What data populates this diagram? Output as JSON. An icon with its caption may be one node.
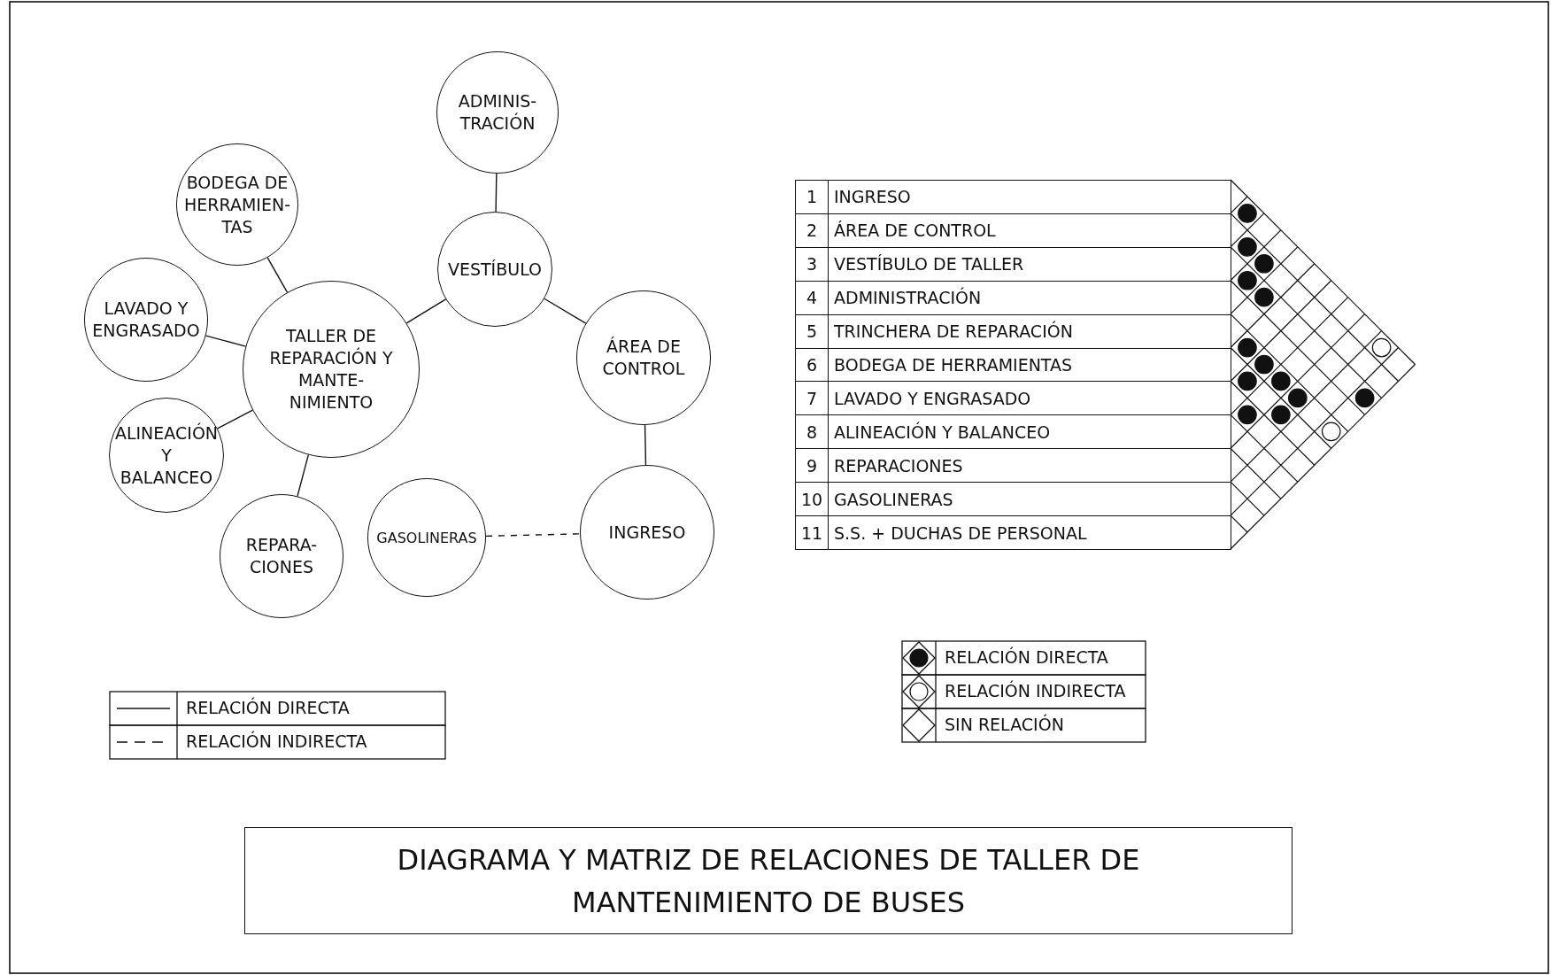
{
  "diagram": {
    "title": "DIAGRAMA Y MATRIZ DE RELACIONES DE TALLER DE MANTENIMIENTO DE BUSES",
    "nodes": [
      {
        "text": [
          "ADMINIS- TRACIÓN"
        ]
      },
      {
        "text": [
          "BODEGA DE HERRAMIEN- TAS"
        ]
      },
      {
        "text": [
          "VESTÍBULO"
        ]
      },
      {
        "text": [
          "LAVADO Y ENGRASADO"
        ]
      },
      {
        "text": [
          "TALLER DE REPARACIÓN Y MANTE- NIMIENTO"
        ]
      },
      {
        "text": [
          "ÁREA DE CONTROL"
        ]
      },
      {
        "text": [
          "ALINEACIÓN Y BALANCEO"
        ]
      },
      {
        "text": [
          "REPARA- CIONES"
        ]
      },
      {
        "text": [
          "GASOLINERAS"
        ]
      },
      {
        "text": [
          "INGRESO"
        ]
      }
    ],
    "edges": [
      {
        "from": 0,
        "to": 2,
        "arrow": "none"
      },
      {
        "from": 1,
        "to": 4,
        "arrow": "none"
      },
      {
        "from": 2,
        "to": 4,
        "arrow": "none"
      },
      {
        "from": 2,
        "to": 5,
        "arrow": "none"
      },
      {
        "from": 3,
        "to": 4,
        "arrow": "none"
      },
      {
        "from": 6,
        "to": 4,
        "arrow": "none"
      },
      {
        "from": 7,
        "to": 4,
        "arrow": "none"
      },
      {
        "from": 5,
        "to": 9,
        "arrow": "none"
      },
      {
        "from": 8,
        "to": 9,
        "arrow": "none",
        "style": "dashed"
      }
    ],
    "labels": [
      "1",
      "INGRESO",
      "2",
      "ÁREA DE CONTROL",
      "3",
      "VESTÍBULO DE TALLER",
      "4",
      "ADMINISTRACIÓN",
      "5",
      "TRINCHERA DE REPARACIÓN",
      "6",
      "BODEGA DE HERRAMIENTAS",
      "7",
      "LAVADO Y ENGRASADO",
      "8",
      "ALINEACIÓN Y BALANCEO",
      "9",
      "REPARACIONES",
      "10",
      "GASOLINERAS",
      "11",
      "S.S. + DUCHAS  DE PERSONAL"
    ],
    "legend": [
      {
        "text": "RELACIÓN DIRECTA"
      },
      {
        "text": "RELACIÓN INDIRECTA"
      },
      {
        "text": "RELACIÓN DIRECTA"
      },
      {
        "text": "RELACIÓN INDIRECTA"
      },
      {
        "text": "SIN RELACIÓN"
      }
    ]
  }
}
